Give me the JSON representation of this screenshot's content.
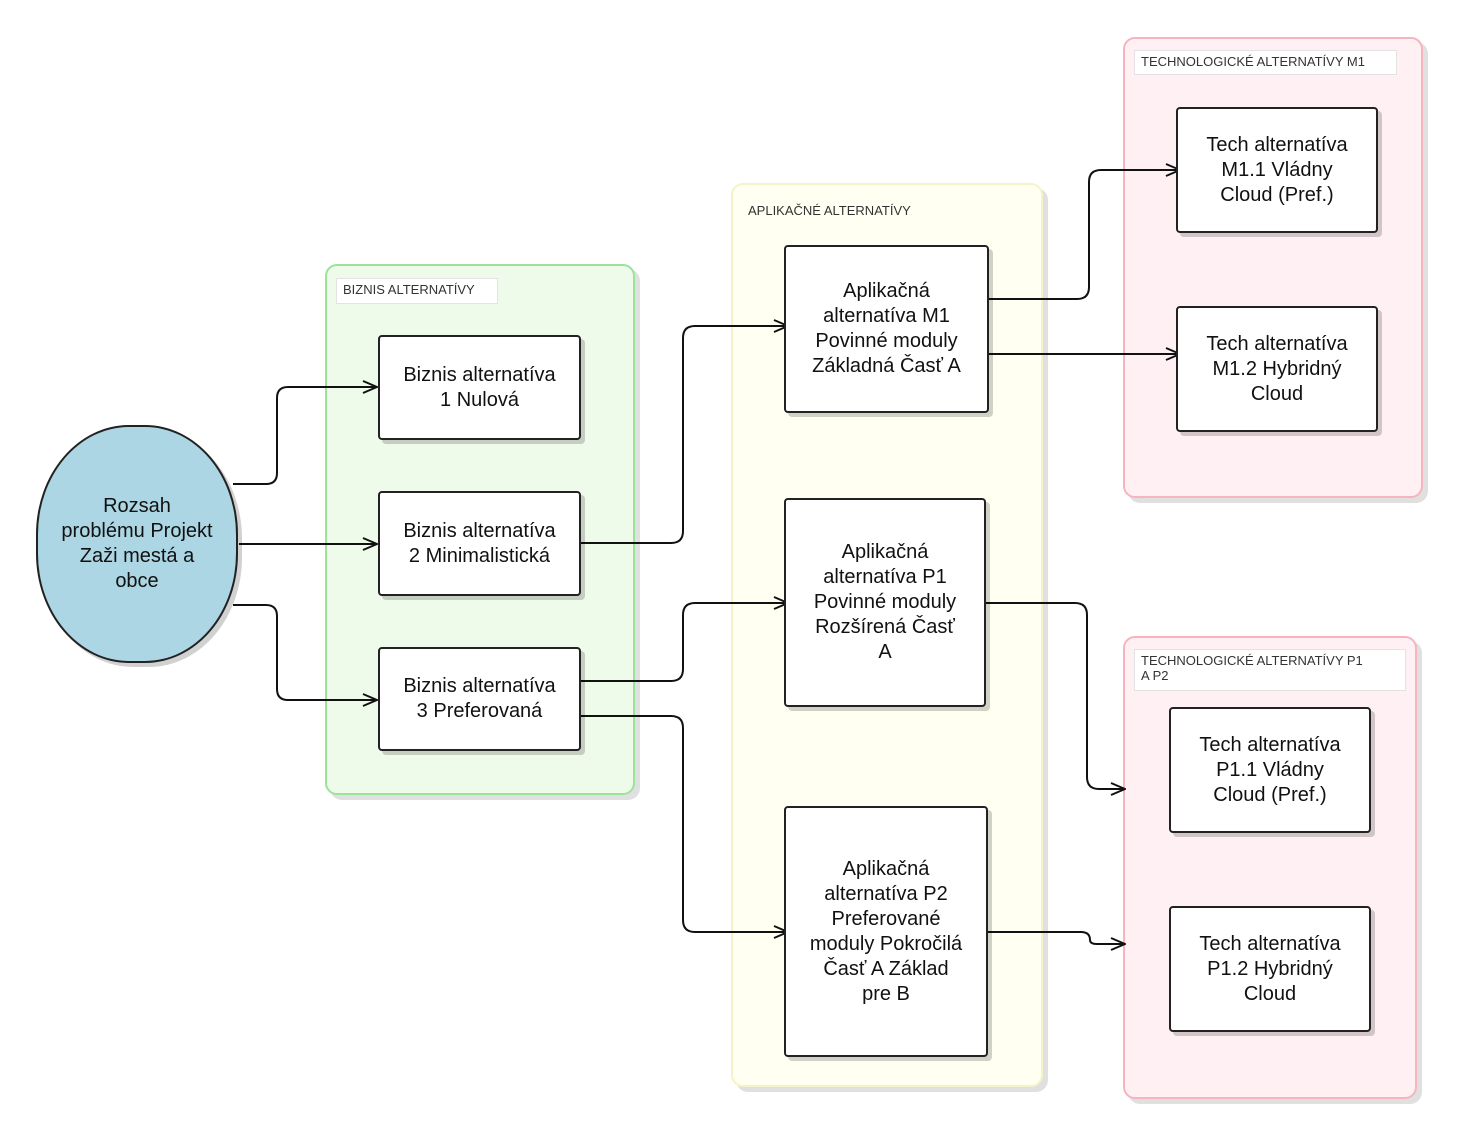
{
  "diagram": {
    "start": "Rozsah\nproblému Projekt\nZaži mestá a\nobce",
    "groups": {
      "biznis": "BIZNIS ALTERNATÍVY",
      "aplikacne": "APLIKAČNÉ ALTERNATÍVY",
      "tech_m1": "TECHNOLOGICKÉ ALTERNATÍVY M1",
      "tech_p": "TECHNOLOGICKÉ ALTERNATÍVY P1\nA P2"
    },
    "biznis": {
      "b1": "Biznis alternatíva\n1 Nulová",
      "b2": "Biznis alternatíva\n2 Minimalistická",
      "b3": "Biznis alternatíva\n3 Preferovaná"
    },
    "aplikacne": {
      "m1": "Aplikačná\nalternatíva M1\nPovinné moduly\nZákladná Časť A",
      "p1": "Aplikačná\nalternatíva P1\nPovinné moduly\nRozšírená Časť\nA",
      "p2": "Aplikačná\nalternatíva P2\nPreferované\nmoduly Pokročilá\nČasť A Základ\npre B"
    },
    "tech": {
      "m11": "Tech alternatíva\nM1.1 Vládny\nCloud (Pref.)",
      "m12": "Tech alternatíva\nM1.2 Hybridný\nCloud",
      "p11": "Tech alternatíva\nP1.1 Vládny\nCloud (Pref.)",
      "p12": "Tech alternatíva\nP1.2 Hybridný\nCloud"
    },
    "edges": [
      {
        "from": "start",
        "to": "biznis.b1"
      },
      {
        "from": "start",
        "to": "biznis.b2"
      },
      {
        "from": "start",
        "to": "biznis.b3"
      },
      {
        "from": "biznis.b2",
        "to": "aplikacne.m1"
      },
      {
        "from": "biznis.b3",
        "to": "aplikacne.p1"
      },
      {
        "from": "biznis.b3",
        "to": "aplikacne.p2"
      },
      {
        "from": "aplikacne.m1",
        "to": "tech.m11"
      },
      {
        "from": "aplikacne.m1",
        "to": "tech.m12"
      },
      {
        "from": "aplikacne.p1",
        "to": "groups.tech_p"
      },
      {
        "from": "aplikacne.p2",
        "to": "groups.tech_p"
      }
    ]
  }
}
